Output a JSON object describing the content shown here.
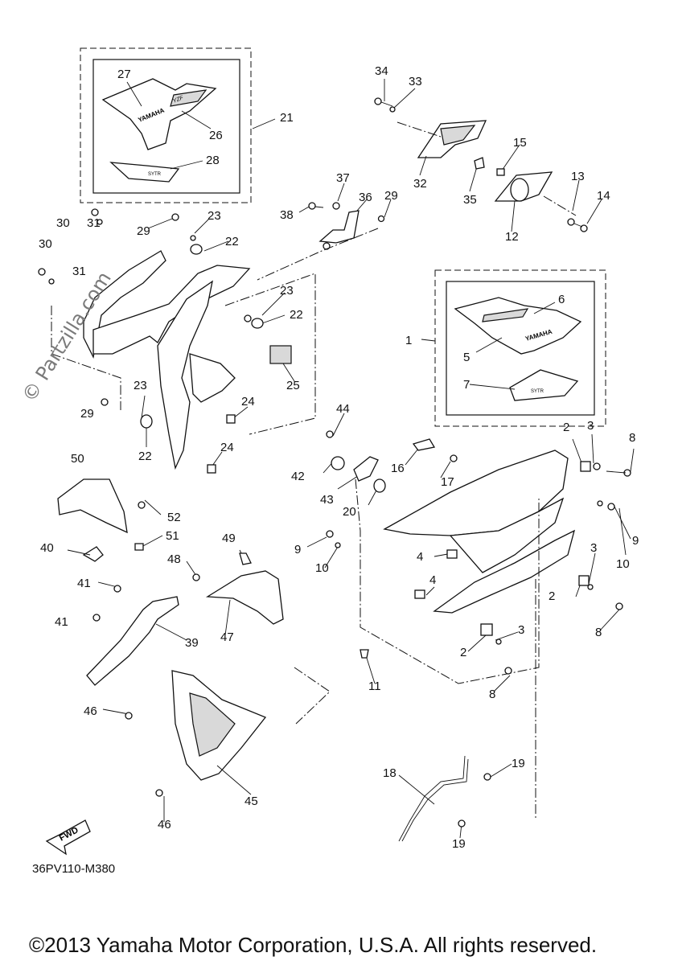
{
  "labels": [
    {
      "text": "27"
    },
    {
      "text": "26"
    },
    {
      "text": "28"
    },
    {
      "text": "21"
    },
    {
      "text": "34"
    },
    {
      "text": "33"
    },
    {
      "text": "32"
    },
    {
      "text": "35"
    },
    {
      "text": "15"
    },
    {
      "text": "13"
    },
    {
      "text": "14"
    },
    {
      "text": "12"
    },
    {
      "text": "37"
    },
    {
      "text": "36"
    },
    {
      "text": "29"
    },
    {
      "text": "38"
    },
    {
      "text": "30"
    },
    {
      "text": "31"
    },
    {
      "text": "29"
    },
    {
      "text": "23"
    },
    {
      "text": "22"
    },
    {
      "text": "30"
    },
    {
      "text": "31"
    },
    {
      "text": "23"
    },
    {
      "text": "22"
    },
    {
      "text": "25"
    },
    {
      "text": "1"
    },
    {
      "text": "6"
    },
    {
      "text": "5"
    },
    {
      "text": "7"
    },
    {
      "text": "23"
    },
    {
      "text": "29"
    },
    {
      "text": "22"
    },
    {
      "text": "24"
    },
    {
      "text": "24"
    },
    {
      "text": "44"
    },
    {
      "text": "42"
    },
    {
      "text": "43"
    },
    {
      "text": "16"
    },
    {
      "text": "17"
    },
    {
      "text": "20"
    },
    {
      "text": "2"
    },
    {
      "text": "3"
    },
    {
      "text": "8"
    },
    {
      "text": "9"
    },
    {
      "text": "10"
    },
    {
      "text": "50"
    },
    {
      "text": "52"
    },
    {
      "text": "51"
    },
    {
      "text": "40"
    },
    {
      "text": "49"
    },
    {
      "text": "48"
    },
    {
      "text": "41"
    },
    {
      "text": "41"
    },
    {
      "text": "39"
    },
    {
      "text": "47"
    },
    {
      "text": "9"
    },
    {
      "text": "10"
    },
    {
      "text": "4"
    },
    {
      "text": "4"
    },
    {
      "text": "3"
    },
    {
      "text": "2"
    },
    {
      "text": "8"
    },
    {
      "text": "3"
    },
    {
      "text": "2"
    },
    {
      "text": "8"
    },
    {
      "text": "11"
    },
    {
      "text": "46"
    },
    {
      "text": "45"
    },
    {
      "text": "46"
    },
    {
      "text": "18"
    },
    {
      "text": "19"
    },
    {
      "text": "19"
    }
  ],
  "decals": {
    "brand": "YAMAHA",
    "model": "YZF",
    "trim": "SYTR"
  },
  "fwd_label": "FWD",
  "watermark": "© Partzilla.com",
  "diagram_code": "36PV110-M380",
  "copyright": "©2013 Yamaha Motor Corporation, U.S.A. All rights reserved."
}
